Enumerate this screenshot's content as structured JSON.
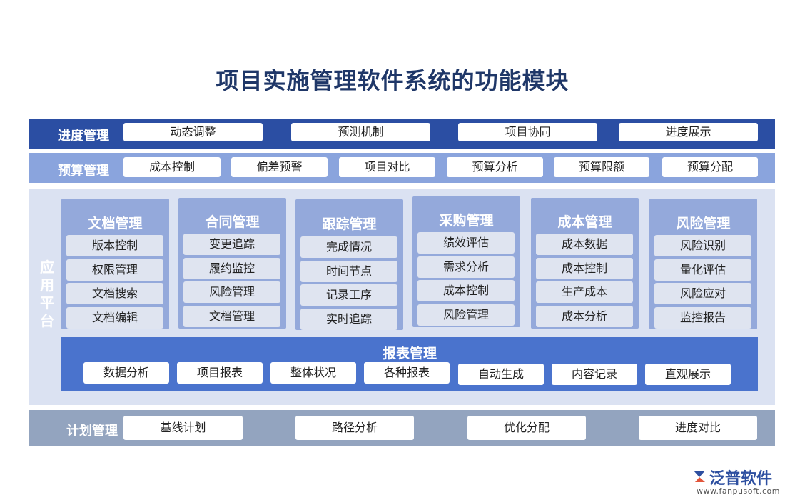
{
  "title": "项目实施管理软件系统的功能模块",
  "colors": {
    "progress_band": "#2b4ea3",
    "budget_band": "#8aa4dd",
    "platform_bg": "#dbe2f2",
    "module_col": "#94a9db",
    "report_band": "#4a73cd",
    "plan_band": "#93a4bf",
    "title_text": "#1f3768"
  },
  "progress": {
    "label": "进度管理",
    "items": [
      "动态调整",
      "预测机制",
      "项目协同",
      "进度展示"
    ]
  },
  "budget": {
    "label": "预算管理",
    "items": [
      "成本控制",
      "偏差预警",
      "项目对比",
      "预算分析",
      "预算限额",
      "预算分配"
    ]
  },
  "platform": {
    "label": "应用平台",
    "modules": [
      {
        "title": "文档管理",
        "items": [
          "版本控制",
          "权限管理",
          "文档搜索",
          "文档编辑"
        ]
      },
      {
        "title": "合同管理",
        "items": [
          "变更追踪",
          "履约监控",
          "风险管理",
          "文档管理"
        ]
      },
      {
        "title": "跟踪管理",
        "items": [
          "完成情况",
          "时间节点",
          "记录工序",
          "实时追踪"
        ]
      },
      {
        "title": "采购管理",
        "items": [
          "绩效评估",
          "需求分析",
          "成本控制",
          "风险管理"
        ]
      },
      {
        "title": "成本管理",
        "items": [
          "成本数据",
          "成本控制",
          "生产成本",
          "成本分析"
        ]
      },
      {
        "title": "风险管理",
        "items": [
          "风险识别",
          "量化评估",
          "风险应对",
          "监控报告"
        ]
      }
    ],
    "report": {
      "title": "报表管理",
      "items": [
        "数据分析",
        "项目报表",
        "整体状况",
        "各种报表",
        "自动生成",
        "内容记录",
        "直观展示"
      ]
    }
  },
  "plan": {
    "label": "计划管理",
    "items": [
      "基线计划",
      "路径分析",
      "优化分配",
      "进度对比"
    ]
  },
  "logo": {
    "name": "泛普软件",
    "url": "www.fanpusoft.com",
    "icon": "fanpu-logo-icon"
  }
}
